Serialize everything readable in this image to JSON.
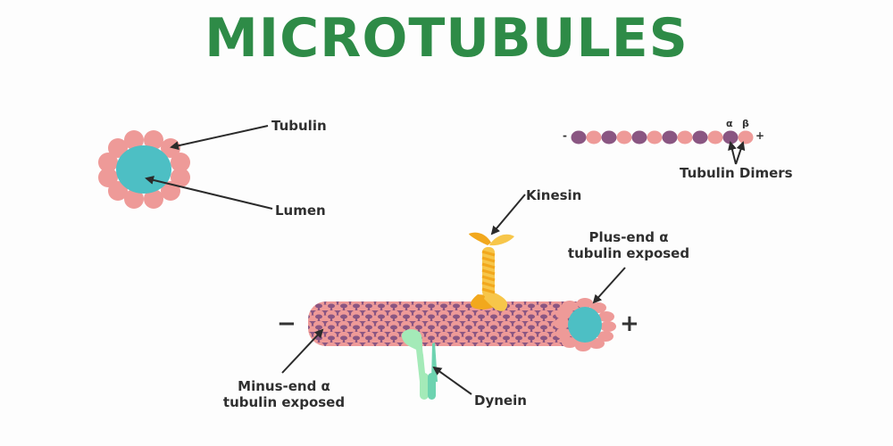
{
  "title": "MICROTUBULES",
  "labels": {
    "tubulin": "Tubulin",
    "lumen": "Lumen",
    "tubulin_dimers": "Tubulin Dimers",
    "kinesin": "Kinesin",
    "plus_end_line1": "Plus-end α",
    "plus_end_line2": "tubulin exposed",
    "minus_end_line1": "Minus-end α",
    "minus_end_line2": "tubulin exposed",
    "dynein": "Dynein"
  },
  "symbols": {
    "minus": "−",
    "plus": "+",
    "alpha": "α",
    "beta": "β",
    "dimer_minus": "-",
    "dimer_plus": "+"
  },
  "colors": {
    "title": "#2e8b47",
    "tubulin_pink": "#ee9a98",
    "tubulin_purple": "#8a5682",
    "lumen_teal": "#4dbfc4",
    "kinesin_orange": "#f2a81d",
    "kinesin_yellow": "#f7c64a",
    "dynein_light": "#a4eab8",
    "dynein_teal": "#6dd3b0",
    "arrow": "#2b2b2b"
  }
}
